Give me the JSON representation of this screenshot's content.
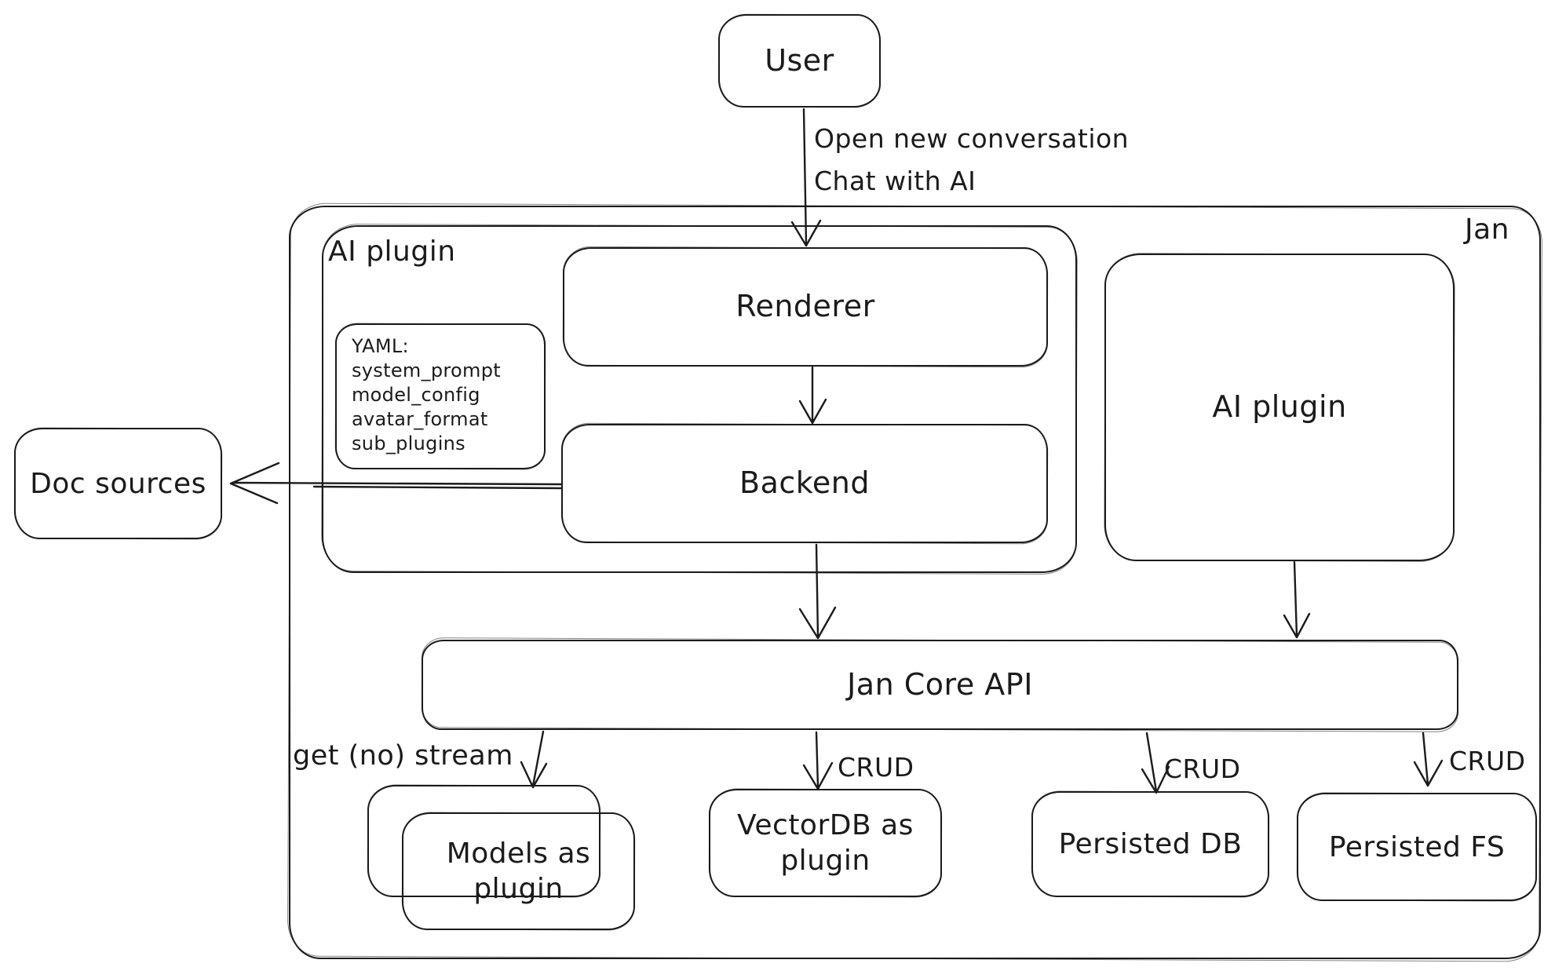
{
  "diagram": {
    "system_title": "Jan",
    "nodes": {
      "user": {
        "label": "User"
      },
      "jan_container": {
        "label": "Jan"
      },
      "ai_plugin_group": {
        "label": "AI plugin"
      },
      "renderer": {
        "label": "Renderer"
      },
      "backend": {
        "label": "Backend"
      },
      "yaml_note": {
        "lines": [
          "YAML:",
          "system_prompt",
          "model_config",
          "avatar_format",
          "sub_plugins"
        ]
      },
      "doc_sources": {
        "label": "Doc sources"
      },
      "ai_plugin_right": {
        "label": "AI plugin"
      },
      "jan_core_api": {
        "label": "Jan Core API"
      },
      "models_as_plugin": {
        "label": "Models as plugin"
      },
      "vectordb_as_plugin": {
        "label": "VectorDB as plugin"
      },
      "persisted_db": {
        "label": "Persisted DB"
      },
      "persisted_fs": {
        "label": "Persisted FS"
      }
    },
    "edges": {
      "user_to_renderer": {
        "label_line1": "Open new conversation",
        "label_line2": "Chat with AI"
      },
      "jan_core_to_models": {
        "label": "get (no) stream"
      },
      "jan_core_to_vectordb": {
        "label": "CRUD"
      },
      "jan_core_to_persisted_db": {
        "label": "CRUD"
      },
      "jan_core_to_persisted_fs": {
        "label": "CRUD"
      }
    },
    "colors": {
      "stroke": "#1b1b1b",
      "background": "#ffffff"
    }
  }
}
